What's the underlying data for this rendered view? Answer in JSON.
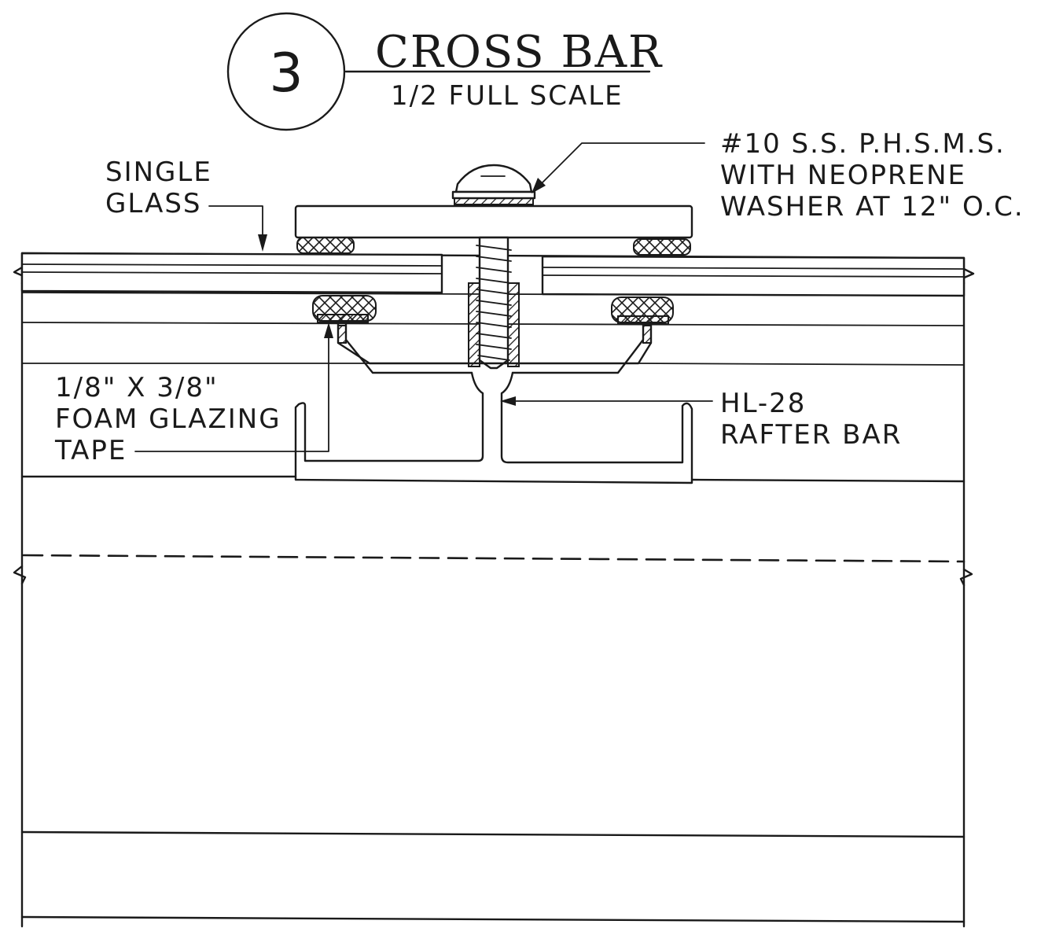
{
  "detail": {
    "number": "3",
    "title": "CROSS BAR",
    "scale": "1/2 FULL SCALE"
  },
  "labels": {
    "glass": [
      "SINGLE",
      "GLASS"
    ],
    "screw": [
      "#10 S.S. P.H.S.M.S.",
      "WITH NEOPRENE",
      "WASHER AT 12\" O.C."
    ],
    "tape": [
      "1/8\" X 3/8\"",
      "FOAM GLAZING",
      "TAPE"
    ],
    "rafter": [
      "HL-28",
      "RAFTER BAR"
    ]
  }
}
